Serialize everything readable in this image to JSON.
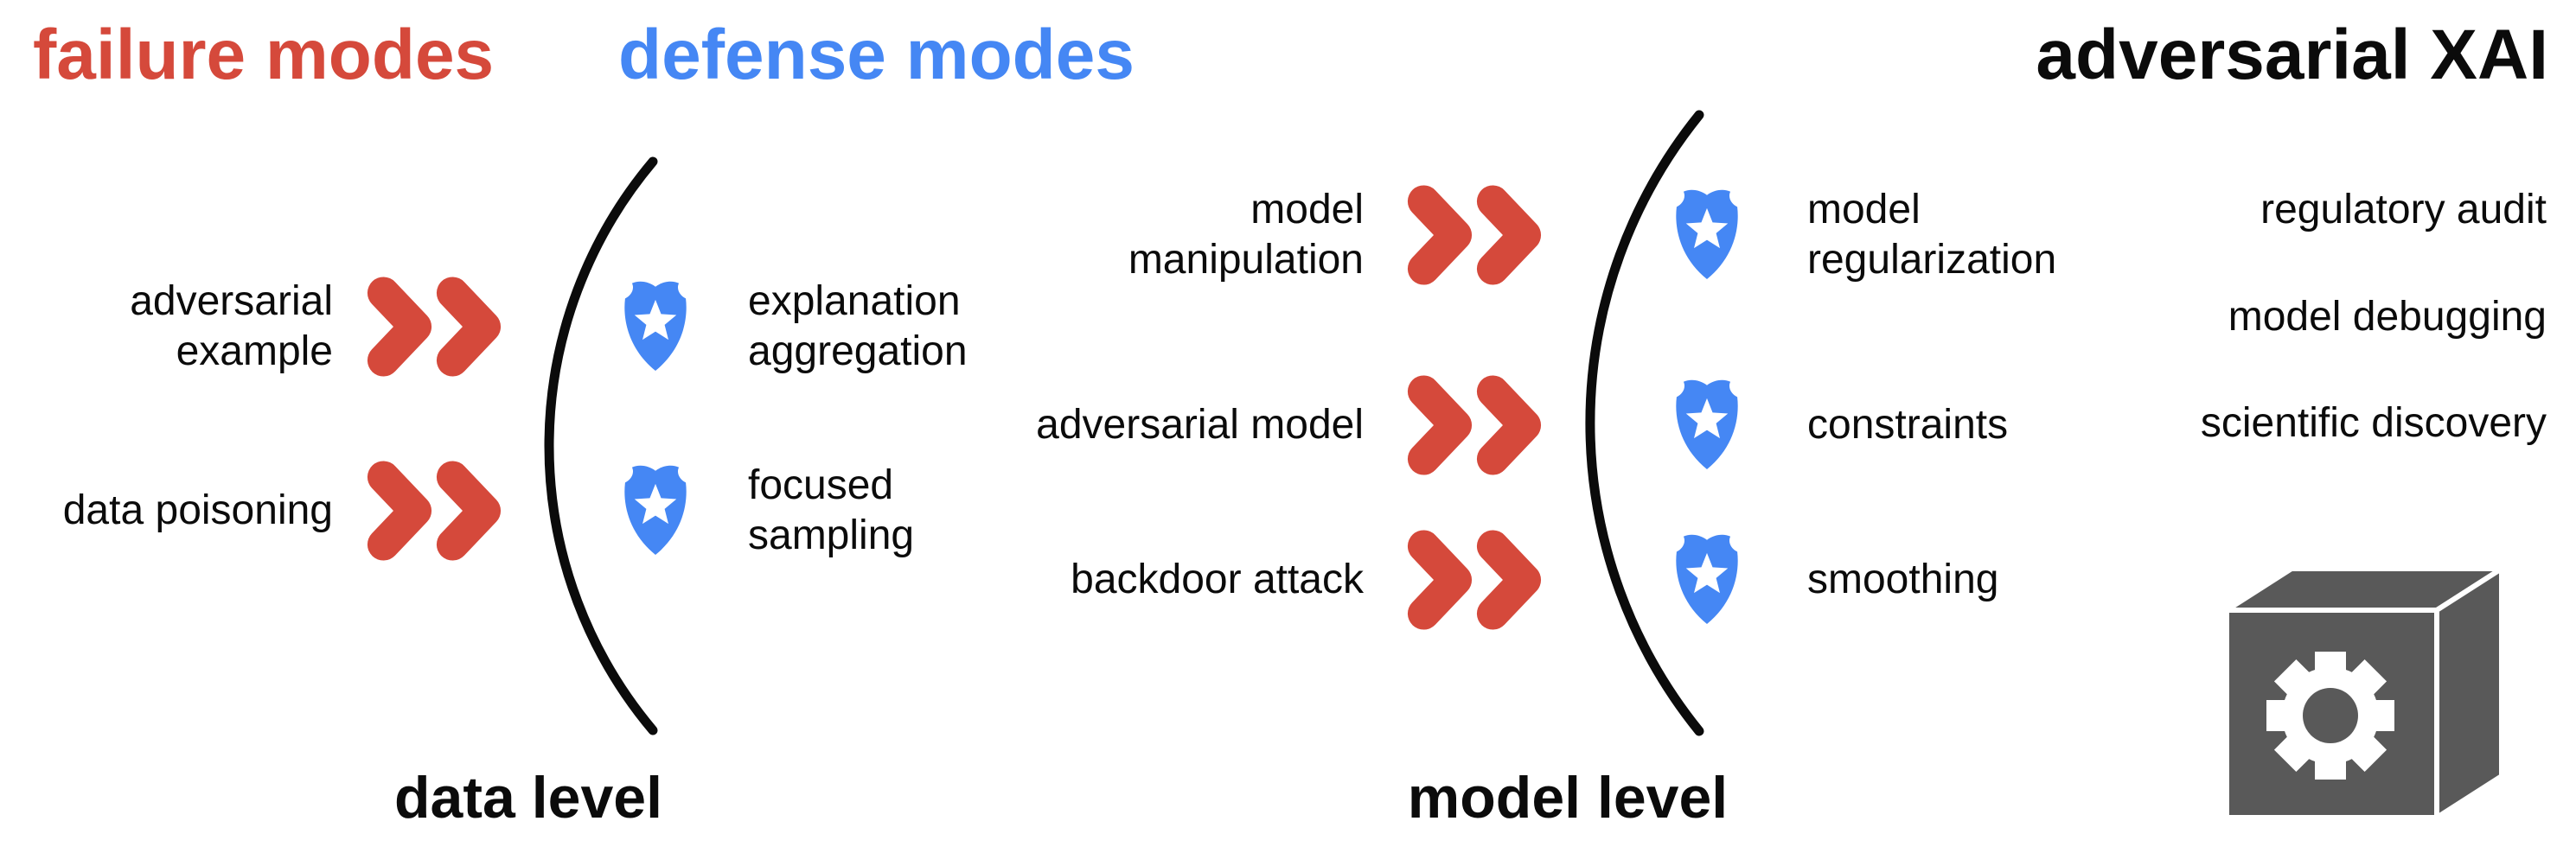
{
  "colors": {
    "red": "#d5493b",
    "blue": "#4587f4",
    "ink": "#0b0b0b",
    "gray": "#595959"
  },
  "header": {
    "failure_label": "failure modes",
    "defense_label": "defense modes",
    "title": "adversarial XAI"
  },
  "data_level": {
    "label": "data level",
    "failures": [
      {
        "line1": "adversarial",
        "line2": "example"
      },
      {
        "line1": "data poisoning",
        "line2": ""
      }
    ],
    "defenses": [
      {
        "line1": "explanation",
        "line2": "aggregation"
      },
      {
        "line1": "focused",
        "line2": "sampling"
      }
    ]
  },
  "model_level": {
    "label": "model level",
    "failures": [
      {
        "line1": "model",
        "line2": "manipulation"
      },
      {
        "line1": "adversarial model",
        "line2": ""
      },
      {
        "line1": "backdoor attack",
        "line2": ""
      }
    ],
    "defenses": [
      {
        "line1": "model",
        "line2": "regularization"
      },
      {
        "line1": "constraints",
        "line2": ""
      },
      {
        "line1": "smoothing",
        "line2": ""
      }
    ]
  },
  "applications": {
    "items": [
      "regulatory audit",
      "model debugging",
      "scientific discovery"
    ]
  },
  "icons": {
    "attack": "double-chevron-right-icon",
    "defense": "shield-star-icon",
    "blackbox": "black-box-gear-icon"
  }
}
